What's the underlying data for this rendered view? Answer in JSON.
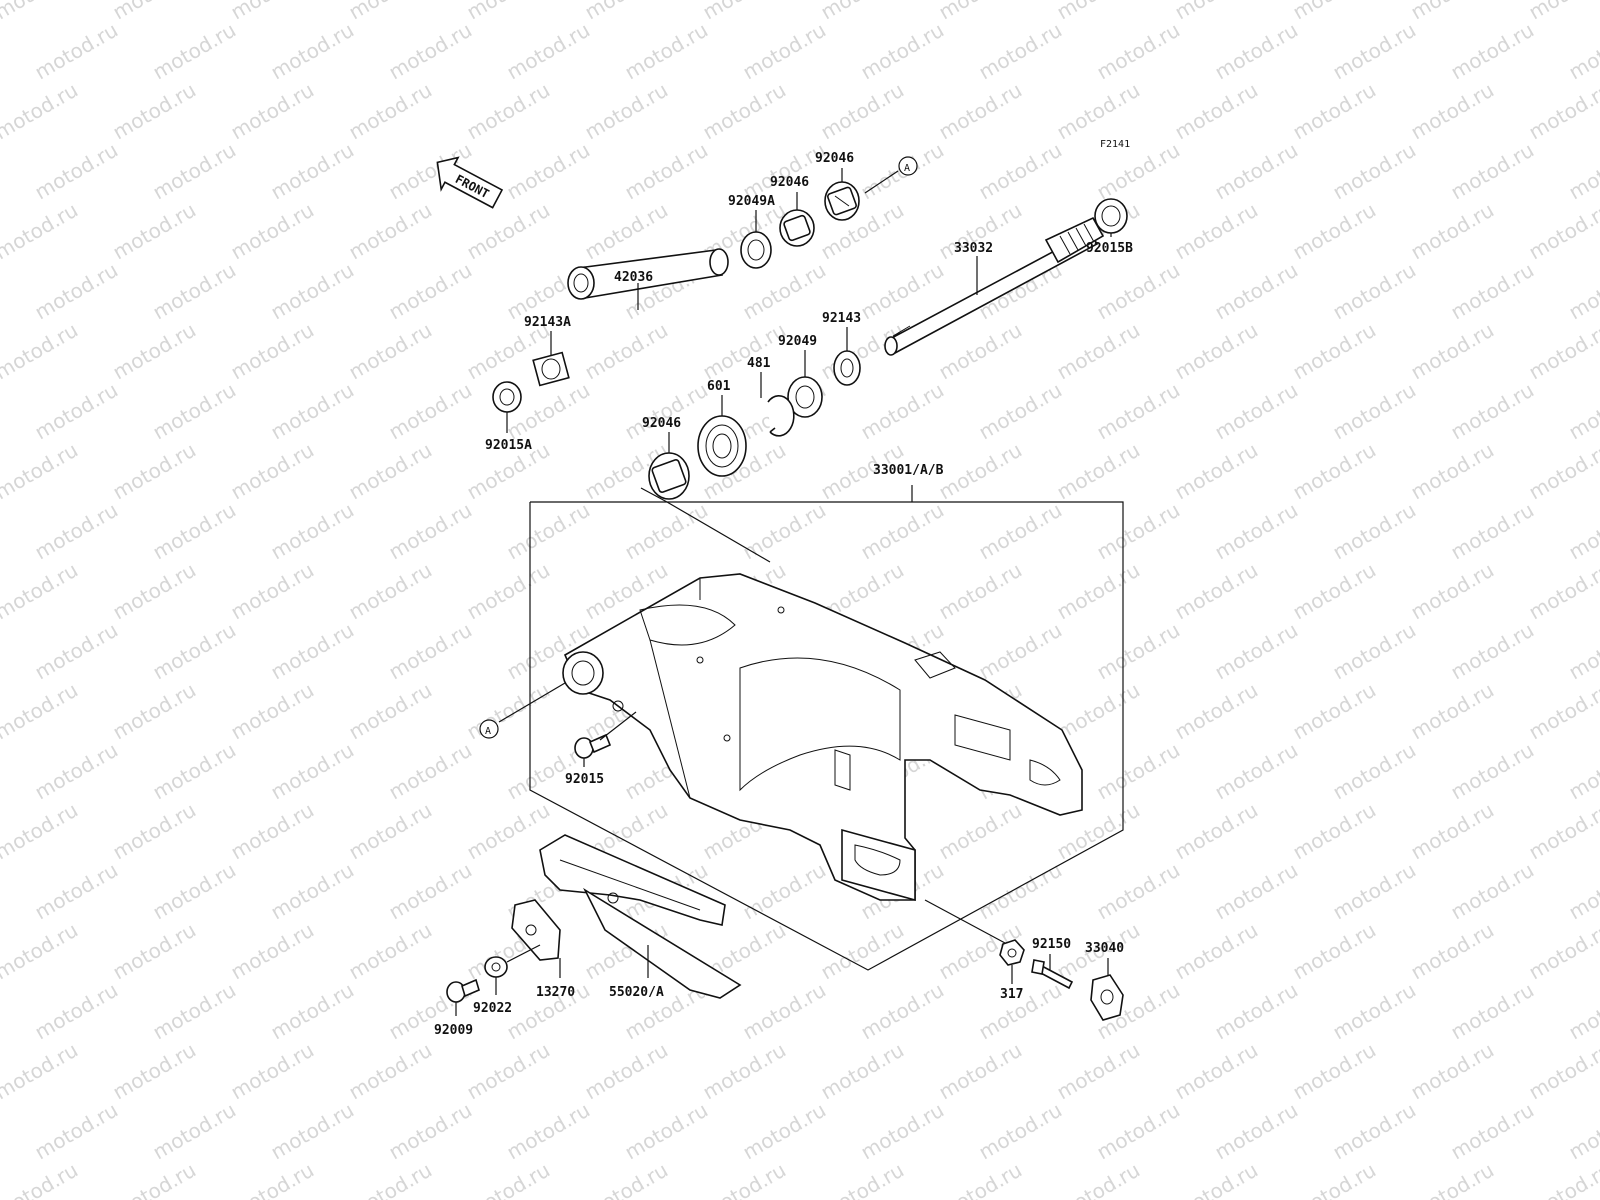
{
  "figure_code": "F2141",
  "watermark": "motod.ru",
  "front_label": "FRONT",
  "ref_marker": "A",
  "parts": {
    "p92046_top": "92046",
    "p92046_mid": "92046",
    "p92049A": "92049A",
    "p42036": "42036",
    "p33032": "33032",
    "p92015B": "92015B",
    "p92143A": "92143A",
    "p92015A": "92015A",
    "p92143": "92143",
    "p92049": "92049",
    "p481": "481",
    "p601": "601",
    "p92046_low": "92046",
    "p33001": "33001/A/B",
    "p92015": "92015",
    "p92150": "92150",
    "p33040": "33040",
    "p317": "317",
    "p13270": "13270",
    "p55020": "55020/A",
    "p92022": "92022",
    "p92009": "92009"
  },
  "colors": {
    "line": "#111111",
    "watermark": "#d6d6d6",
    "background": "#ffffff"
  }
}
